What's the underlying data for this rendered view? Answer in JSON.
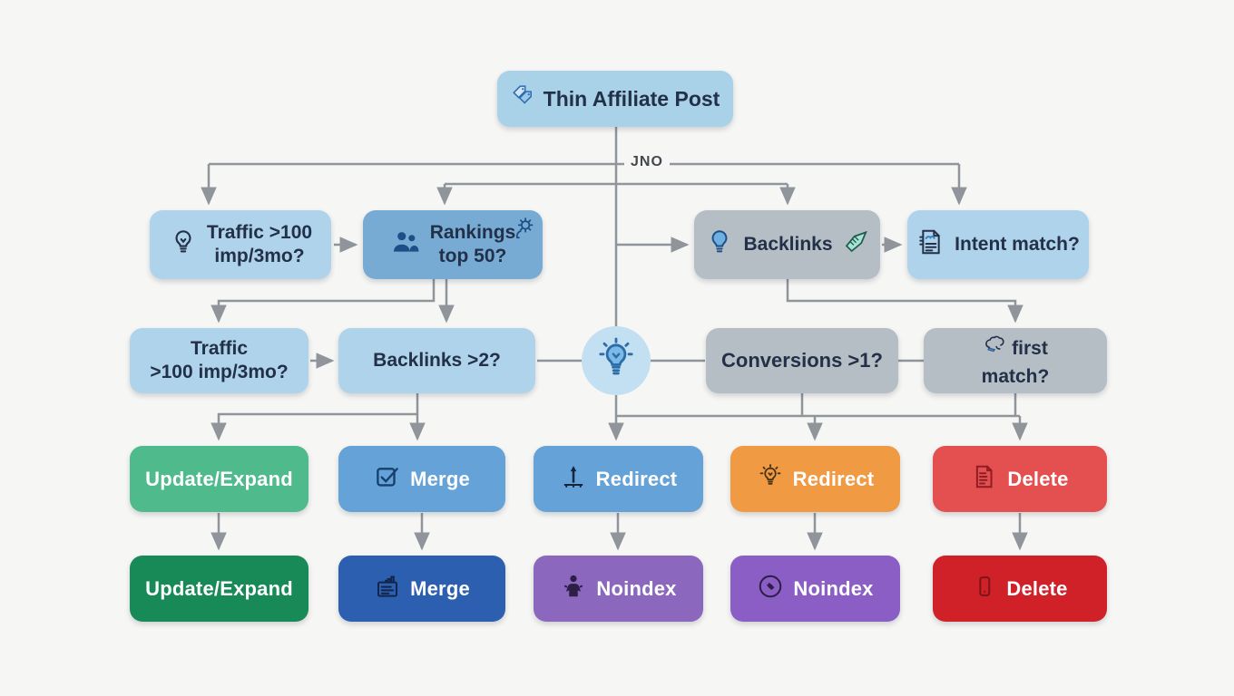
{
  "connector_label": "JNO",
  "nodes": {
    "root": {
      "label": "Thin Affiliate Post"
    },
    "traffic_top": {
      "line1": "Traffic >100",
      "line2": "imp/3mo?"
    },
    "rankings": {
      "line1": "Rankings",
      "line2": "top 50?"
    },
    "backlinks_top": {
      "label": "Backlinks"
    },
    "intent_match": {
      "label": "Intent match?"
    },
    "traffic_mid": {
      "line1": "Traffic",
      "line2": ">100 imp/3mo?"
    },
    "backlinks_mid": {
      "label": "Backlinks >2?"
    },
    "conversions": {
      "label": "Conversions >1?"
    },
    "first_match": {
      "line1": "first",
      "line2": "match?"
    },
    "update_expand_1": {
      "label": "Update/Expand"
    },
    "merge_1": {
      "label": "Merge"
    },
    "redirect_1": {
      "label": "Redirect"
    },
    "redirect_2": {
      "label": "Redirect"
    },
    "delete_1": {
      "label": "Delete"
    },
    "update_expand_2": {
      "label": "Update/Expand"
    },
    "merge_2": {
      "label": "Merge"
    },
    "noindex_1": {
      "label": "Noindex"
    },
    "noindex_2": {
      "label": "Noindex"
    },
    "delete_2": {
      "label": "Delete"
    }
  },
  "icons": {
    "root": "tags-icon",
    "traffic_top": "lightbulb-icon",
    "rankings_left": "people-icon",
    "rankings_right": "gear-icon",
    "backlinks_top_left": "lightbulb-blue-icon",
    "backlinks_top_right": "writing-hand-icon",
    "intent_match": "document-icon",
    "first_match": "brain-icon",
    "hub": "lightbulb-rays-icon",
    "merge_1": "checkbox-icon",
    "redirect_1": "signpost-icon",
    "redirect_2": "lightbulb-dark-icon",
    "delete_1": "document-lines-icon",
    "merge_2": "clipboard-chart-icon",
    "noindex_1": "person-icon",
    "noindex_2": "phone-circle-icon",
    "delete_2": "phone-icon"
  },
  "colors": {
    "background": "#f6f6f4",
    "light_blue": "#aed3eb",
    "medium_blue": "#78abd4",
    "gray": "#b6bec5",
    "green": "#4fba8c",
    "dark_green": "#178a57",
    "action_blue": "#64a2d7",
    "orange": "#f09a44",
    "red": "#e44f4f",
    "dark_red": "#cf2127",
    "dark_blue": "#2c5fb0",
    "purple": "#8b68be",
    "connector": "#8f959b",
    "text_dark": "#223048"
  }
}
